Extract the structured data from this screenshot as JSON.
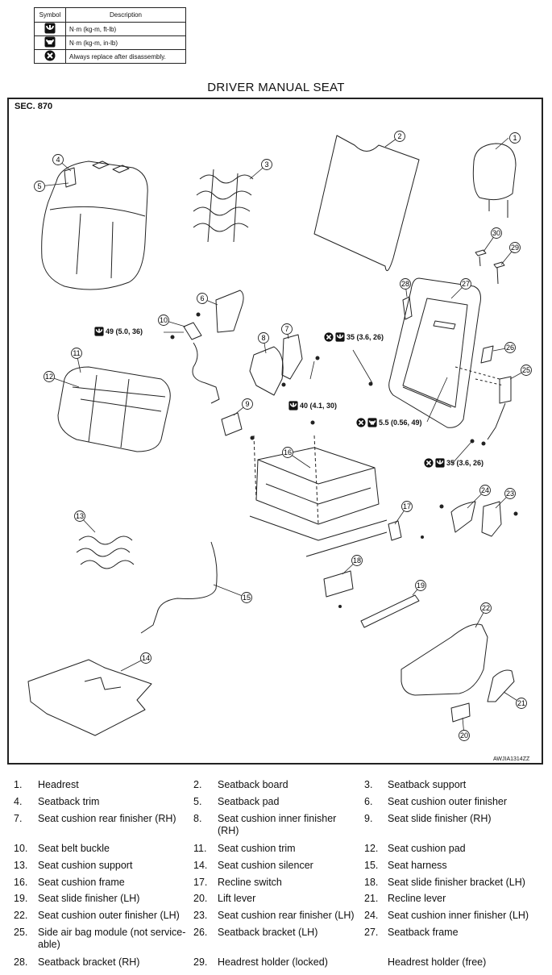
{
  "legend": {
    "header_symbol": "Symbol",
    "header_description": "Description",
    "rows": [
      {
        "icon": "torque-wrench-icon",
        "desc": "N·m (kg-m, ft-lb)"
      },
      {
        "icon": "torque-wrench-small-icon",
        "desc": "N·m (kg-m, in-lb)"
      },
      {
        "icon": "replace-x-icon",
        "desc": "Always replace after disassembly."
      }
    ]
  },
  "title": "DRIVER MANUAL SEAT",
  "section": "SEC. 870",
  "figure_code": "AWJIA1314ZZ",
  "torques": {
    "t1": "49 (5.0, 36)",
    "t2": "35 (3.6, 26)",
    "t3": "40 (4.1, 30)",
    "t4": "5.5 (0.56, 49)",
    "t5": "35 (3.6, 26)"
  },
  "callouts": [
    "1",
    "2",
    "3",
    "4",
    "5",
    "6",
    "7",
    "8",
    "9",
    "10",
    "11",
    "12",
    "13",
    "14",
    "15",
    "16",
    "17",
    "18",
    "19",
    "20",
    "21",
    "22",
    "23",
    "24",
    "25",
    "26",
    "27",
    "28",
    "29",
    "30"
  ],
  "parts": [
    {
      "num": "1.",
      "name": "Headrest"
    },
    {
      "num": "2.",
      "name": "Seatback board"
    },
    {
      "num": "3.",
      "name": "Seatback support"
    },
    {
      "num": "4.",
      "name": "Seatback trim"
    },
    {
      "num": "5.",
      "name": "Seatback pad"
    },
    {
      "num": "6.",
      "name": "Seat cushion outer finisher"
    },
    {
      "num": "7.",
      "name": "Seat cushion rear finisher (RH)"
    },
    {
      "num": "8.",
      "name": "Seat cushion inner finisher (RH)"
    },
    {
      "num": "9.",
      "name": "Seat slide finisher (RH)"
    },
    {
      "num": "10.",
      "name": "Seat belt buckle"
    },
    {
      "num": "11.",
      "name": "Seat cushion trim"
    },
    {
      "num": "12.",
      "name": "Seat cushion pad"
    },
    {
      "num": "13.",
      "name": "Seat cushion support"
    },
    {
      "num": "14.",
      "name": "Seat cushion silencer"
    },
    {
      "num": "15.",
      "name": "Seat harness"
    },
    {
      "num": "16.",
      "name": "Seat cushion frame"
    },
    {
      "num": "17.",
      "name": "Recline switch"
    },
    {
      "num": "18.",
      "name": "Seat slide finisher bracket (LH)"
    },
    {
      "num": "19.",
      "name": "Seat slide finisher (LH)"
    },
    {
      "num": "20.",
      "name": "Lift lever"
    },
    {
      "num": "21.",
      "name": "Recline lever"
    },
    {
      "num": "22.",
      "name": "Seat cushion outer finisher (LH)"
    },
    {
      "num": "23.",
      "name": "Seat cushion rear finisher (LH)"
    },
    {
      "num": "24.",
      "name": "Seat cushion inner finisher (LH)"
    },
    {
      "num": "25.",
      "name": "Side air bag module (not service-able)"
    },
    {
      "num": "26.",
      "name": "Seatback bracket (LH)"
    },
    {
      "num": "27.",
      "name": "Seatback frame"
    },
    {
      "num": "28.",
      "name": "Seatback bracket (RH)"
    },
    {
      "num": "29.",
      "name": "Headrest holder (locked)"
    },
    {
      "num": "",
      "name": "Headrest holder (free)"
    }
  ]
}
